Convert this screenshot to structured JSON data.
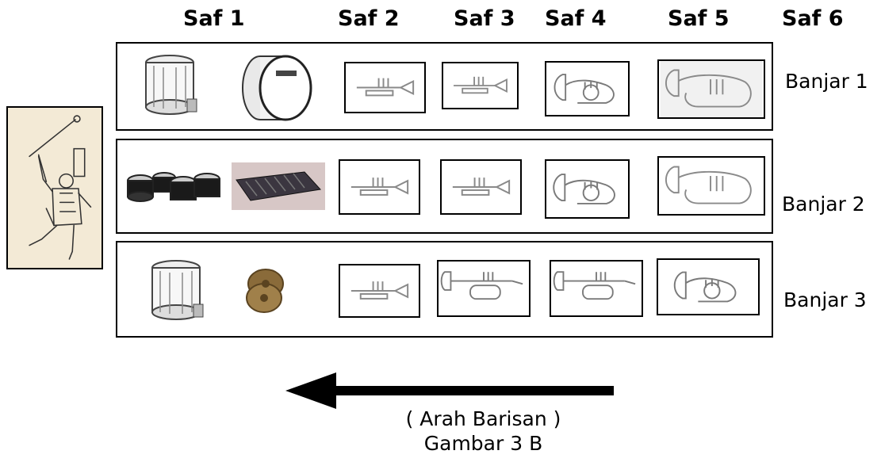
{
  "header": {
    "columns": [
      "Saf 1",
      "Saf 2",
      "Saf 3",
      "Saf 4",
      "Saf 5",
      "Saf 6"
    ]
  },
  "rows": [
    {
      "label": "Banjar 1",
      "instruments": [
        "snare-drum",
        "bass-drum",
        "trumpet",
        "trumpet",
        "mellophone",
        "baritone"
      ]
    },
    {
      "label": "Banjar 2",
      "instruments": [
        "tenor-drums",
        "glockenspiel",
        "trumpet",
        "trumpet",
        "mellophone",
        "baritone"
      ]
    },
    {
      "label": "Banjar 3",
      "instruments": [
        "snare-drum",
        "cymbals",
        "trumpet",
        "flugelhorn",
        "flugelhorn",
        "mellophone"
      ]
    }
  ],
  "direction": {
    "label": "( Arah Barisan )",
    "arrow": "left"
  },
  "caption": "Gambar 3 B",
  "colors": {
    "line": "#000000",
    "leader_background": "#f3ead6",
    "brass": "#9a9a9a",
    "cymbal": "#8a6b3a"
  }
}
